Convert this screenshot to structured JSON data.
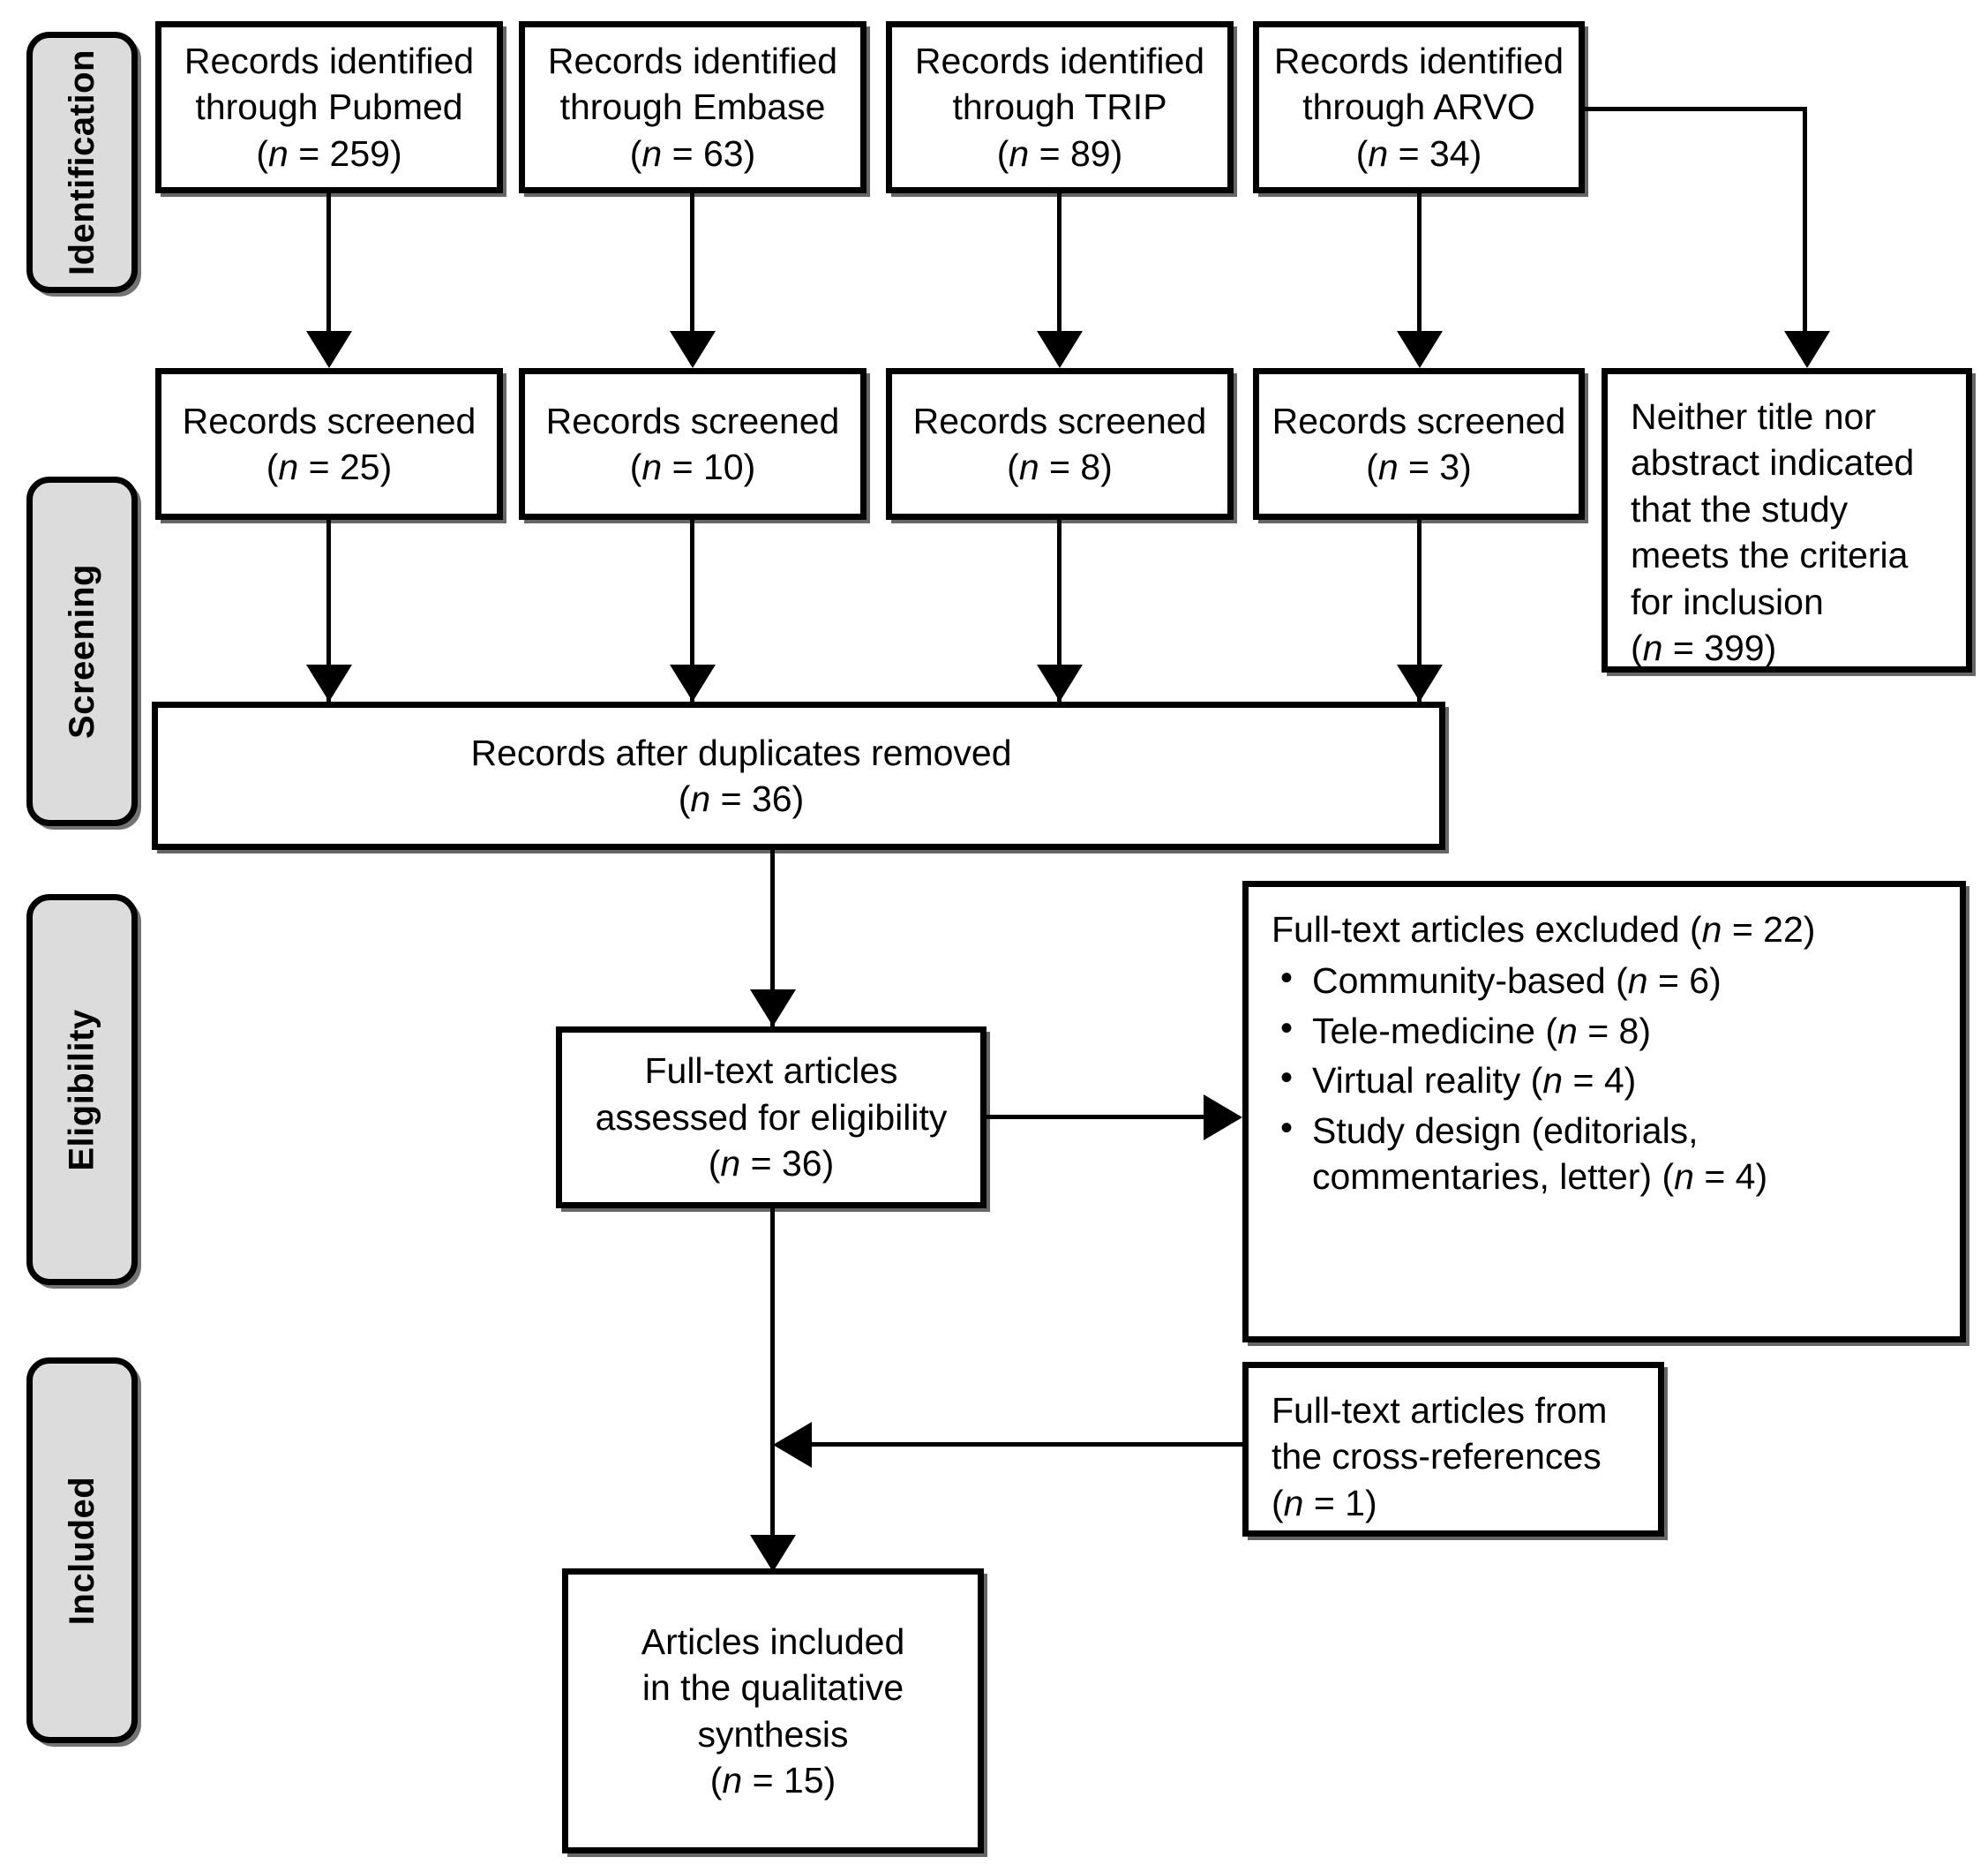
{
  "diagram": {
    "type": "prisma-flow-diagram",
    "stages": [
      {
        "label": "Identification"
      },
      {
        "label": "Screening"
      },
      {
        "label": "Eligibility"
      },
      {
        "label": "Included"
      }
    ],
    "identification_boxes": [
      {
        "line1": "Records identified",
        "line2": "through Pubmed",
        "n_prefix": "(",
        "n_italic": "n",
        "n_suffix": " = 259)",
        "n_text": "(n = 259)"
      },
      {
        "line1": "Records identified",
        "line2": "through Embase",
        "n_text": "(n = 63)"
      },
      {
        "line1": "Records identified",
        "line2": "through TRIP",
        "n_text": "(n = 89)"
      },
      {
        "line1": "Records identified",
        "line2": "through ARVO",
        "n_text": "(n = 34)"
      }
    ],
    "screening_boxes": [
      {
        "line1": "Records screened",
        "n_text": "(n = 25)"
      },
      {
        "line1": "Records screened",
        "n_text": "(n = 10)"
      },
      {
        "line1": "Records screened",
        "n_text": "(n = 8)"
      },
      {
        "line1": "Records screened",
        "n_text": "(n = 3)"
      }
    ],
    "neither_box": {
      "line1": "Neither title nor",
      "line2": "abstract indicated",
      "line3": "that the study",
      "line4": "meets the criteria",
      "line5": "for inclusion",
      "n_text": "(n = 399)"
    },
    "duplicates_box": {
      "line1": "Records after duplicates removed",
      "n_text": "(n = 36)"
    },
    "eligibility_box": {
      "line1": "Full-text articles",
      "line2": "assessed for eligibility",
      "n_text": "(n = 36)"
    },
    "excluded_box": {
      "heading": "Full-text articles excluded (n = 22)",
      "items": [
        "Community-based (n = 6)",
        "Tele-medicine (n = 8)",
        "Virtual reality (n = 4)",
        "Study design (editorials, commentaries, letter) (n = 4)"
      ]
    },
    "crossref_box": {
      "line1": "Full-text articles from",
      "line2": "the cross-references",
      "n_text": "(n = 1)"
    },
    "included_box": {
      "line1": "Articles included",
      "line2": "in the qualitative",
      "line3": "synthesis",
      "n_text": "(n = 15)"
    },
    "colors": {
      "stage_pill_fill": "#dcdcdc",
      "box_fill": "#ffffff",
      "stroke": "#000000",
      "page_background": "#ffffff"
    }
  }
}
